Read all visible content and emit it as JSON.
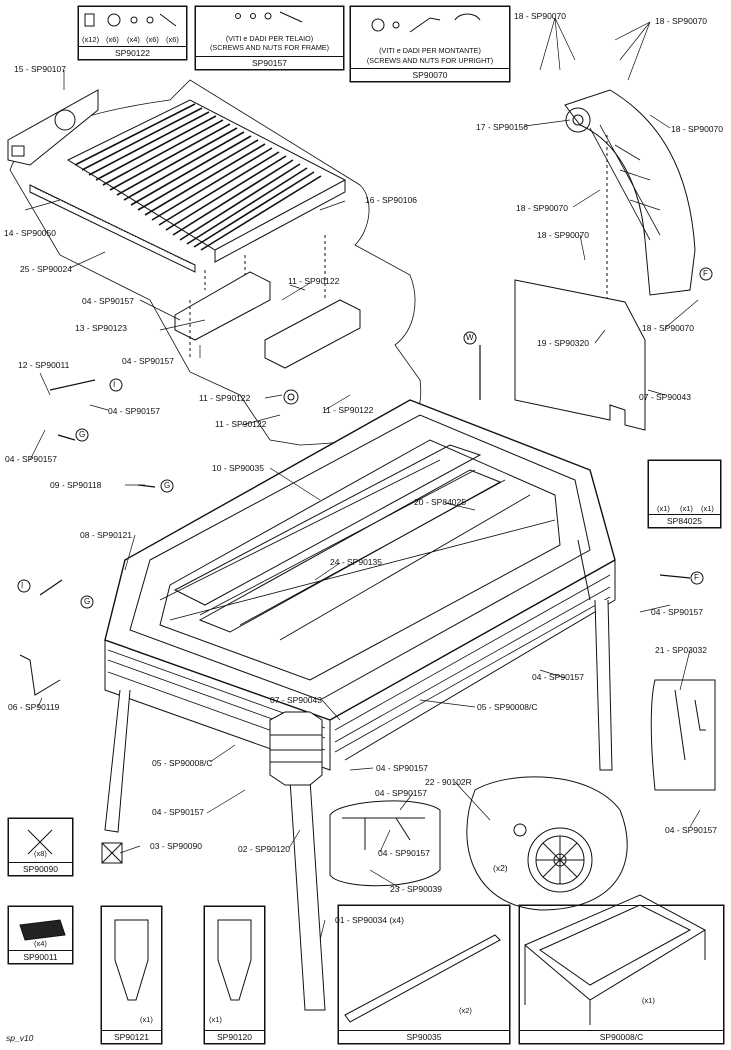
{
  "footer": {
    "version": "sp_v10"
  },
  "kits": {
    "sp90122": {
      "code": "SP90122",
      "qty": [
        "(x12)",
        "(x6)",
        "(x4)",
        "(x6)",
        "(x6)"
      ]
    },
    "sp90157": {
      "code": "SP90157",
      "text": [
        "(VITI e DADI PER TELAIO)",
        "(SCREWS AND NUTS FOR FRAME)"
      ]
    },
    "sp90070": {
      "code": "SP90070",
      "text": [
        "(VITI e DADI PER MONTANTE)",
        "(SCREWS AND NUTS FOR UPRIGHT)"
      ]
    },
    "sp84025": {
      "code": "SP84025",
      "qty": [
        "(x1)",
        "(x1)",
        "(x1)"
      ]
    },
    "sp90090": {
      "code": "SP90090",
      "qty": "(x8)"
    },
    "sp90011": {
      "code": "SP90011",
      "qty": "(x4)"
    },
    "sp90121": {
      "code": "SP90121",
      "qty": "(x1)"
    },
    "sp90120": {
      "code": "SP90120",
      "qty": "(x1)"
    },
    "sp90035": {
      "code": "SP90035",
      "qty": "(x2)"
    },
    "sp90008c": {
      "code": "SP90008/C",
      "qty": "(x1)"
    }
  },
  "callouts": {
    "c15": "15 - SP90107",
    "c14": "14 - SP90050",
    "c25": "25 - SP90024",
    "c16": "16 - SP90106",
    "c11a": "11 - SP90122",
    "c04a": "04 - SP90157",
    "c13": "13 - SP90123",
    "c04b": "04 - SP90157",
    "c11b": "11 - SP90122",
    "c11c": "11 - SP90122",
    "c11d": "11 - SP90122",
    "c12": "12 - SP90011",
    "c04c": "04 - SP90157",
    "c04d": "04 - SP90157",
    "c09": "09 - SP90118",
    "c10": "10 - SP90035",
    "c20": "20 - SP84025",
    "c24": "24 - SP90135",
    "c08": "08 - SP90121",
    "c06": "06 - SP90119",
    "c07b": "07 - SP90043",
    "c05a": "05 - SP90008/C",
    "c05b": "05 - SP90008/C",
    "c04e": "04 - SP90157",
    "c04f": "04 - SP90157",
    "c04g": "04 - SP90157",
    "c04h": "04 - SP90157",
    "c04i": "04 - SP90157",
    "c04j": "04 - SP90157",
    "c03": "03 - SP90090",
    "c02": "02 - SP90120",
    "c22": "22 - 90102R",
    "c23": "23 - SP90039",
    "c01": "01 - SP90034 (x4)",
    "c21": "21 - SP03032",
    "c04k": "04 - SP90157",
    "c18a": "18 - SP90070",
    "c18b": "18 - SP90070",
    "c18c": "18 - SP90070",
    "c17": "17 - SP90156",
    "c18d": "18 - SP90070",
    "c18e": "18 - SP90070",
    "c18f": "18 - SP90070",
    "c19": "19 - SP90320",
    "c07a": "07 - SP90043",
    "wheel_qty": "(x2)"
  },
  "markers": {
    "I": "I",
    "G": "G",
    "F": "F",
    "W": "W"
  }
}
